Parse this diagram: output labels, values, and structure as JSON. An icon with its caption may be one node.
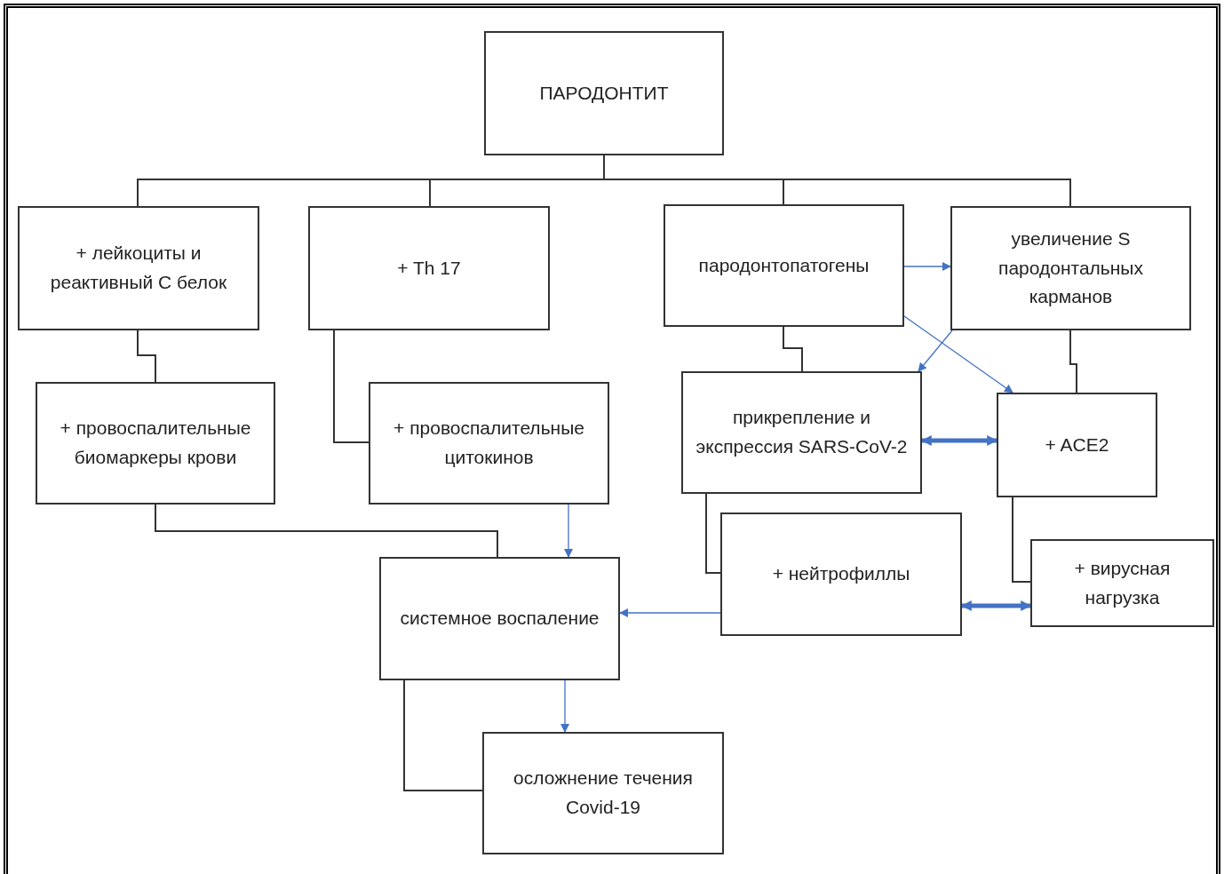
{
  "diagram": {
    "nodes": [
      {
        "text": [
          "ПАРОДОНТИТ"
        ]
      },
      {
        "text": [
          "+ лейкоциты и реактивный С белок"
        ]
      },
      {
        "text": [
          "+ Th 17"
        ]
      },
      {
        "text": [
          "пародонтопатогены"
        ]
      },
      {
        "text": [
          "увеличение S пародонтальных карманов"
        ]
      },
      {
        "text": [
          "+ провоспалительные биомаркеры крови"
        ]
      },
      {
        "text": [
          "+ провоспалительные цитокинов"
        ]
      },
      {
        "text": [
          "прикрепление и экспрессия SARS-CoV-2"
        ]
      },
      {
        "text": [
          "+ ACE2"
        ]
      },
      {
        "text": [
          "системное воспаление"
        ]
      },
      {
        "text": [
          "+ нейтрофиллы"
        ]
      },
      {
        "text": [
          "+ вирусная нагрузка"
        ]
      },
      {
        "text": [
          "осложнение течения Covid-19"
        ]
      }
    ],
    "edges": [
      {
        "from": 0,
        "to": 1,
        "arrow": "none"
      },
      {
        "from": 0,
        "to": 2,
        "arrow": "none"
      },
      {
        "from": 0,
        "to": 3,
        "arrow": "none"
      },
      {
        "from": 0,
        "to": 4,
        "arrow": "none"
      },
      {
        "from": 1,
        "to": 5,
        "arrow": "none"
      },
      {
        "from": 2,
        "to": 6,
        "arrow": "none"
      },
      {
        "from": 3,
        "to": 7,
        "arrow": "none"
      },
      {
        "from": 4,
        "to": 8,
        "arrow": "none"
      },
      {
        "from": 5,
        "to": 9,
        "arrow": "none"
      },
      {
        "from": 6,
        "to": 9,
        "arrow": "to",
        "color": "#4472c4"
      },
      {
        "from": 3,
        "to": 4,
        "arrow": "to",
        "color": "#4472c4"
      },
      {
        "from": 4,
        "to": 7,
        "arrow": "to",
        "color": "#4472c4"
      },
      {
        "from": 3,
        "to": 8,
        "arrow": "to",
        "color": "#4472c4"
      },
      {
        "from": 7,
        "to": 8,
        "arrow": "both",
        "style": "thick",
        "color": "#4472c4"
      },
      {
        "from": 10,
        "to": 11,
        "arrow": "both",
        "style": "thick",
        "color": "#4472c4"
      },
      {
        "from": 10,
        "to": 9,
        "arrow": "to",
        "color": "#4472c4"
      },
      {
        "from": 9,
        "to": 12,
        "arrow": "to",
        "color": "#4472c4"
      },
      {
        "from": 9,
        "to": 12,
        "arrow": "none"
      },
      {
        "from": 7,
        "to": 10,
        "arrow": "none"
      },
      {
        "from": 8,
        "to": 11,
        "arrow": "none"
      }
    ]
  }
}
